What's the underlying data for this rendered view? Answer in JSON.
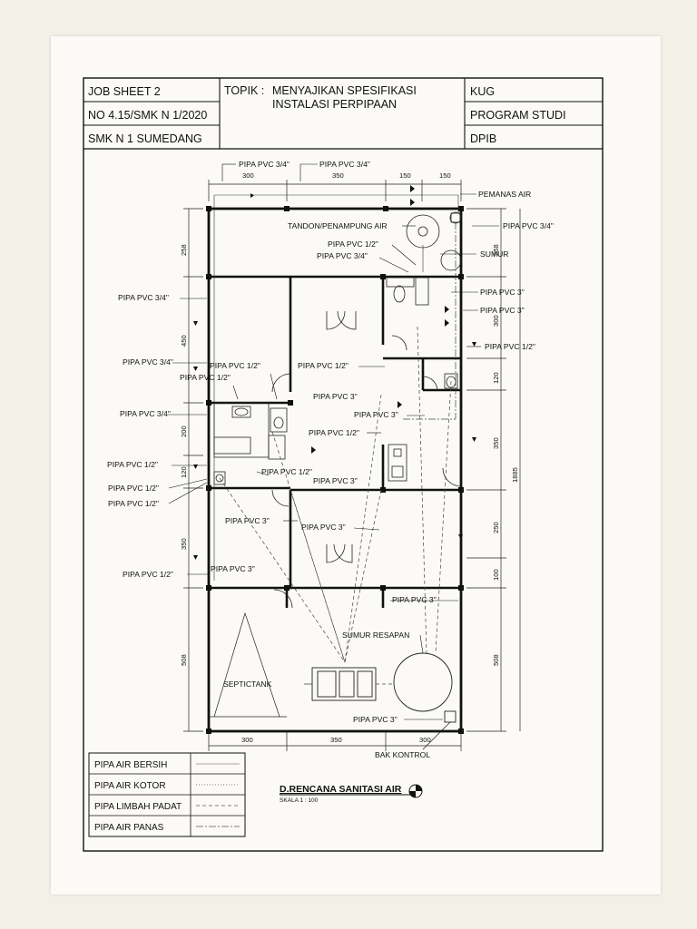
{
  "title_block": {
    "job_sheet": "JOB SHEET 2",
    "number": "NO 4.15/SMK N 1/2020",
    "school": "SMK N 1 SUMEDANG",
    "topic_label": "TOPIK :",
    "topic_line1": "MENYAJIKAN SPESIFIKASI",
    "topic_line2": "INSTALASI PERPIPAAN",
    "kug": "KUG",
    "program_label": "PROGRAM STUDI",
    "program": "DPIB"
  },
  "dimensions": {
    "top": [
      "300",
      "350",
      "150",
      "150"
    ],
    "bottom": [
      "300",
      "350",
      "300"
    ],
    "left": [
      "258",
      "450",
      "200",
      "120",
      "350",
      "508"
    ],
    "right": [
      "258",
      "300",
      "120",
      "350",
      "250",
      "100",
      "508"
    ],
    "total": "1885"
  },
  "labels": {
    "top_pipe_a": "PIPA PVC 3/4\"",
    "top_pipe_b": "PIPA PVC 3/4\"",
    "pemanas_air": "PEMANAS AIR",
    "tandon": "TANDON/PENAMPUNG AIR",
    "pipe_right_34": "PIPA PVC 3/4\"",
    "pipe_tandon_12": "PIPA PVC 1/2\"",
    "pipe_tandon_34": "PIPA PVC 3/4\"",
    "sumur": "SUMUR",
    "pipe_left_34_a": "PIPA PVC 3/4\"",
    "pipe_right_3_a": "PIPA PVC 3\"",
    "pipe_right_3_b": "PIPA PVC 3\"",
    "pipe_right_12": "PIPA PVC 1/2\"",
    "pipe_left_34_b": "PIPA PVC 3/4\"",
    "pipe_bath_12_a": "PIPA PVC 1/2\"",
    "pipe_bath_12_b": "PIPA PVC 1/2\"",
    "pipe_center_12": "PIPA PVC 1/2\"",
    "pipe_center_3": "PIPA PVC 3\"",
    "pipe_left_34_c": "PIPA PVC 3/4\"",
    "pipe_kitchen_3": "PIPA PVC 3\"",
    "pipe_center_12_b": "PIPA PVC 1/2\"",
    "pipe_left_12_a": "PIPA PVC 1/2\"",
    "pipe_mid_12": "PIPA PVC 1/2\"",
    "pipe_mid_3": "PIPA PVC 3\"",
    "pipe_left_12_b": "PIPA PVC 1/2\"",
    "pipe_left_12_c": "PIPA PVC 1/2\"",
    "pipe_lower_3_a": "PIPA PVC 3\"",
    "pipe_lower_3_b": "PIPA PVC 3\"",
    "pipe_left_12_d": "PIPA PVC 1/2\"",
    "pipe_lower_3_c": "PIPA PVC 3\"",
    "pipe_lower_right_3": "PIPA PVC 3\"",
    "sumur_resapan": "SUMUR RESAPAN",
    "septictank": "SEPTICTANK",
    "pipe_bottom_3": "PIPA PVC 3\"",
    "bak_kontrol": "BAK KONTROL"
  },
  "legend": {
    "items": [
      {
        "label": "PIPA AIR BERSIH",
        "line": "solid"
      },
      {
        "label": "PIPA AIR KOTOR",
        "line": "dotted"
      },
      {
        "label": "PIPA LIMBAH PADAT",
        "line": "dashed"
      },
      {
        "label": "PIPA AIR PANAS",
        "line": "dash-dot"
      }
    ]
  },
  "drawing_title": {
    "title": "D.RENCANA SANITASI AIR",
    "scale": "SKALA 1 : 100"
  }
}
